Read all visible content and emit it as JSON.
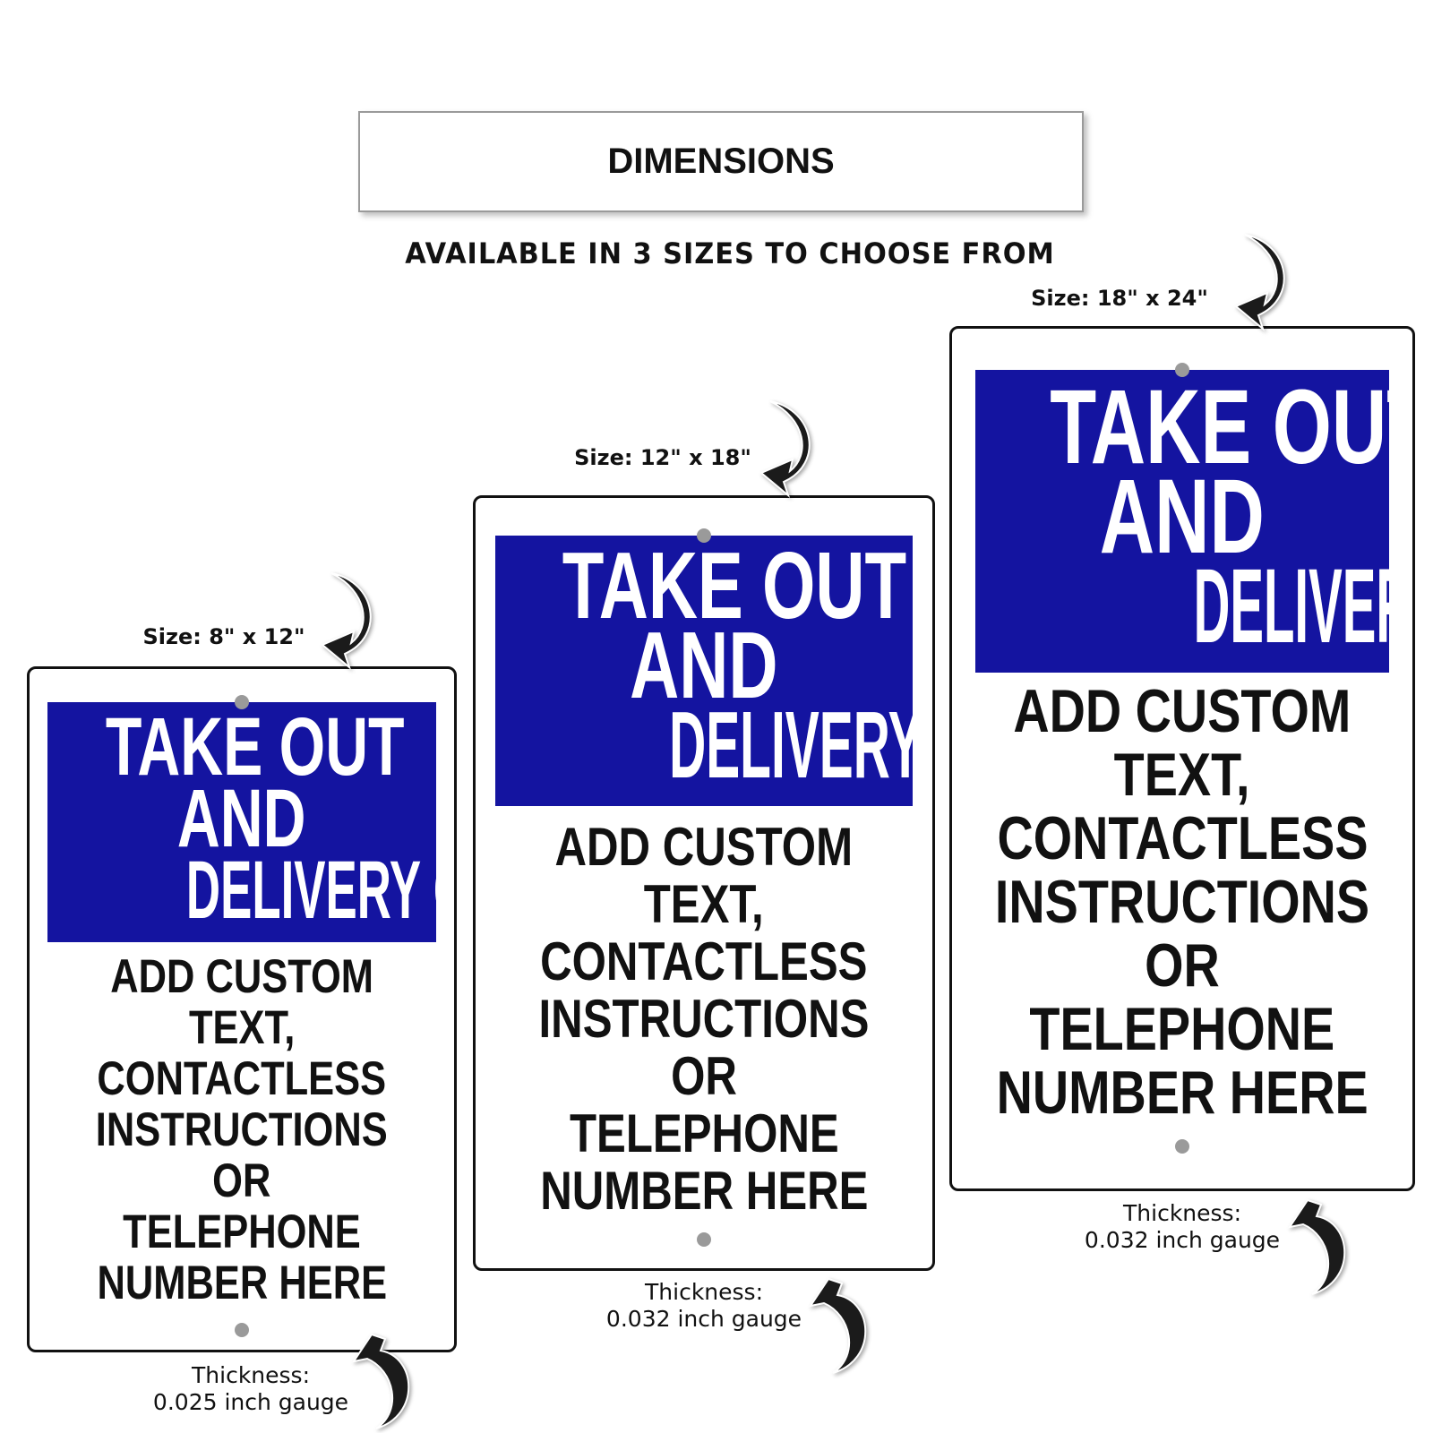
{
  "header": {
    "title": "DIMENSIONS",
    "subtitle": "AVAILABLE IN 3 SIZES TO CHOOSE FROM"
  },
  "colors": {
    "sign_blue": "#1414a0",
    "hole_gray": "#9a9a9a"
  },
  "signs": [
    {
      "size_label": "Size: 18\" x 24\"",
      "thickness_title": "Thickness:",
      "thickness_value": "0.032 inch gauge",
      "title_lines": [
        "TAKE OUT",
        "AND",
        "DELIVERY ONLY"
      ],
      "body_lines": [
        "ADD CUSTOM",
        "TEXT,",
        "CONTACTLESS",
        "INSTRUCTIONS",
        "OR",
        "TELEPHONE",
        "NUMBER HERE"
      ]
    },
    {
      "size_label": "Size: 12\" x 18\"",
      "thickness_title": "Thickness:",
      "thickness_value": "0.032 inch gauge",
      "title_lines": [
        "TAKE OUT",
        "AND",
        "DELIVERY ONLY"
      ],
      "body_lines": [
        "ADD CUSTOM",
        "TEXT,",
        "CONTACTLESS",
        "INSTRUCTIONS",
        "OR",
        "TELEPHONE",
        "NUMBER HERE"
      ]
    },
    {
      "size_label": "Size: 8\" x 12\"",
      "thickness_title": "Thickness:",
      "thickness_value": "0.025 inch gauge",
      "title_lines": [
        "TAKE OUT",
        "AND",
        "DELIVERY ONLY"
      ],
      "body_lines": [
        "ADD CUSTOM",
        "TEXT,",
        "CONTACTLESS",
        "INSTRUCTIONS",
        "OR",
        "TELEPHONE",
        "NUMBER HERE"
      ]
    }
  ],
  "icons": {
    "size_arrow": "curved-arrow-icon",
    "thickness_arrow": "curved-arrow-icon"
  }
}
